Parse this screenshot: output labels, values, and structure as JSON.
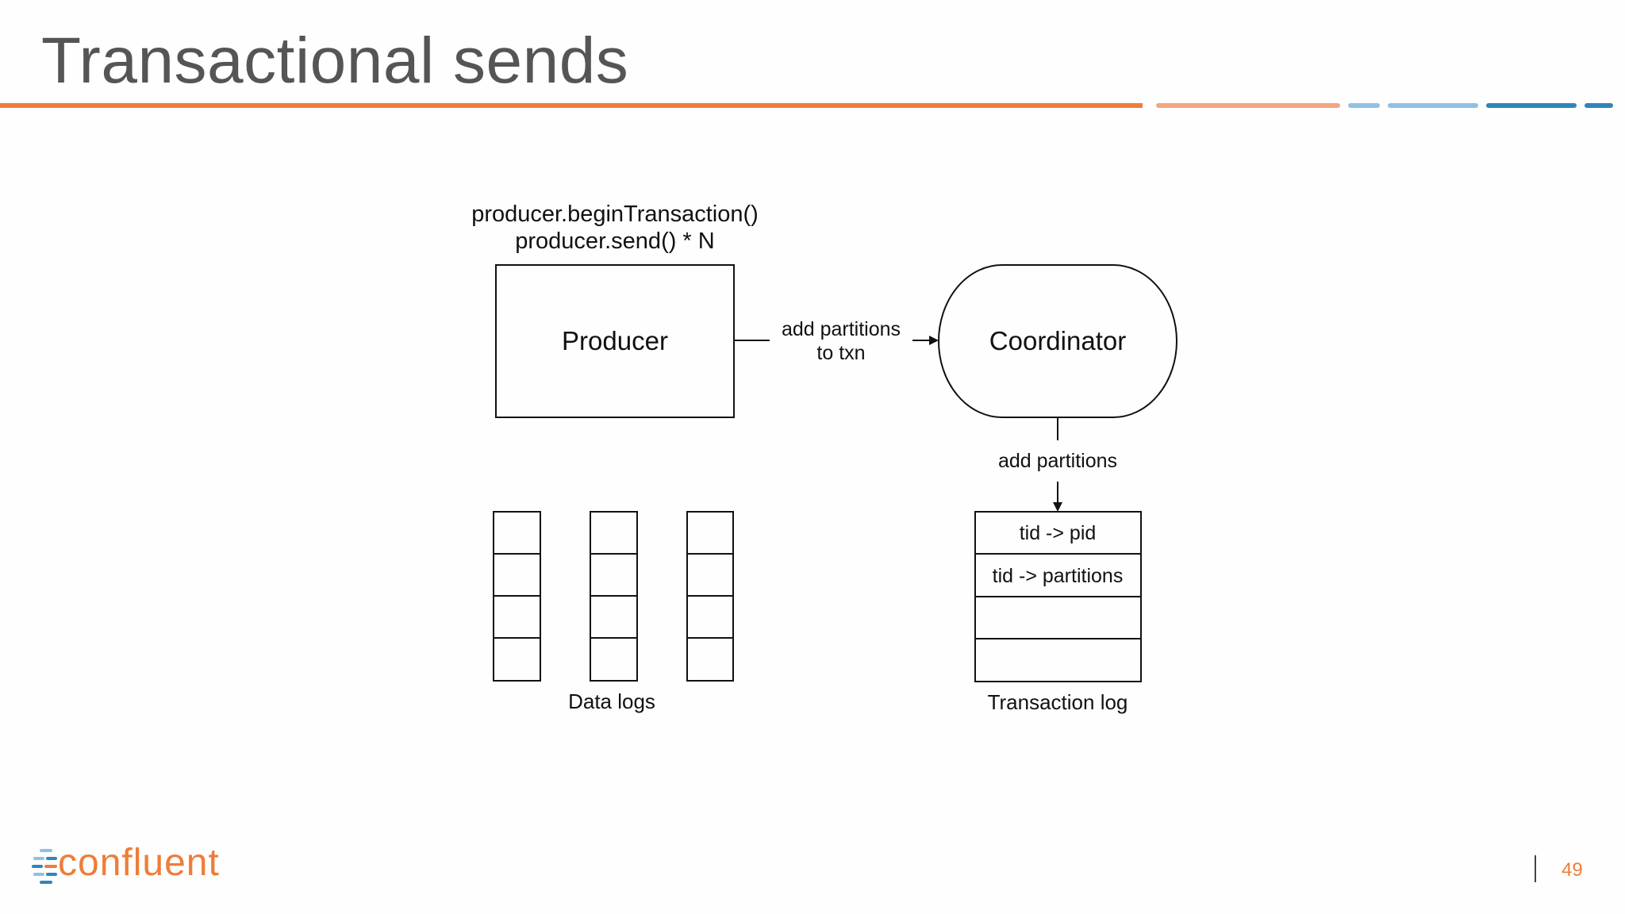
{
  "slide": {
    "title": "Transactional sends",
    "page_number": "49"
  },
  "brand": {
    "logo_text": "confluent",
    "accent_orange": "#ef7d39",
    "accent_light_orange": "#f4a582",
    "accent_light_blue": "#8fc1e3",
    "accent_blue": "#2f86b8"
  },
  "diagram": {
    "code_line_1": "producer.beginTransaction()",
    "code_line_2": "producer.send() * N",
    "producer_label": "Producer",
    "coordinator_label": "Coordinator",
    "arrow_label_line_1": "add partitions",
    "arrow_label_line_2": "to txn",
    "down_arrow_label": "add partitions",
    "data_logs_label": "Data logs",
    "transaction_log_label": "Transaction log",
    "txn_log_rows": [
      "tid -> pid",
      "tid -> partitions",
      "",
      ""
    ]
  }
}
